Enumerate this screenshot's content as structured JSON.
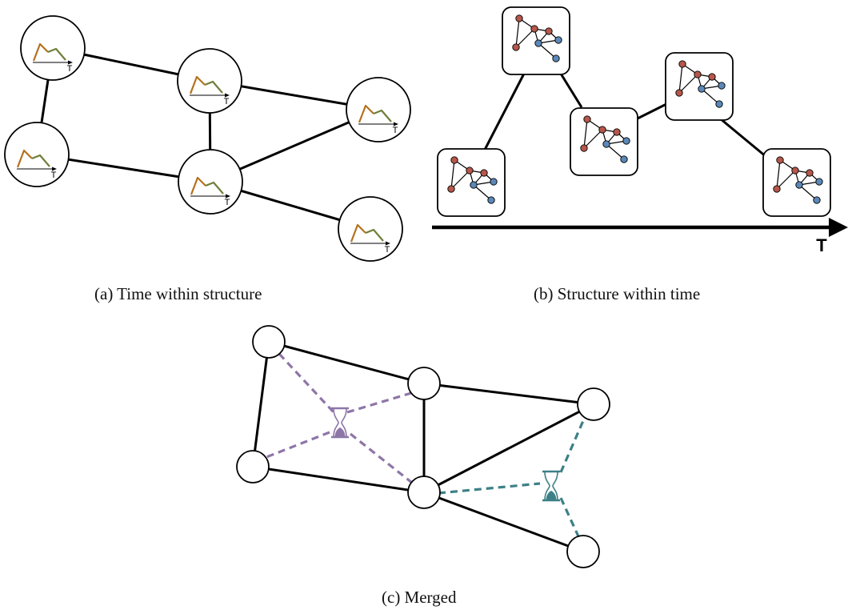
{
  "panels": {
    "a": {
      "caption": "(a) Time within structure",
      "axis_label": "T"
    },
    "b": {
      "caption": "(b) Structure within time",
      "axis_label": "T"
    },
    "c": {
      "caption": "(c) Merged"
    }
  },
  "colors": {
    "edge": "#000000",
    "series_rise": "#b5711d",
    "series_tail": "#6e7f3a",
    "node_red": "#b5574a",
    "node_blue": "#5b88b8",
    "hyperedge_purple": "#8e76a8",
    "hyperedge_teal": "#3d8087"
  },
  "icons": {
    "time_series": "mini-line-chart-icon",
    "snapshot": "graph-snapshot-icon",
    "hyperedge": "hourglass-icon"
  }
}
